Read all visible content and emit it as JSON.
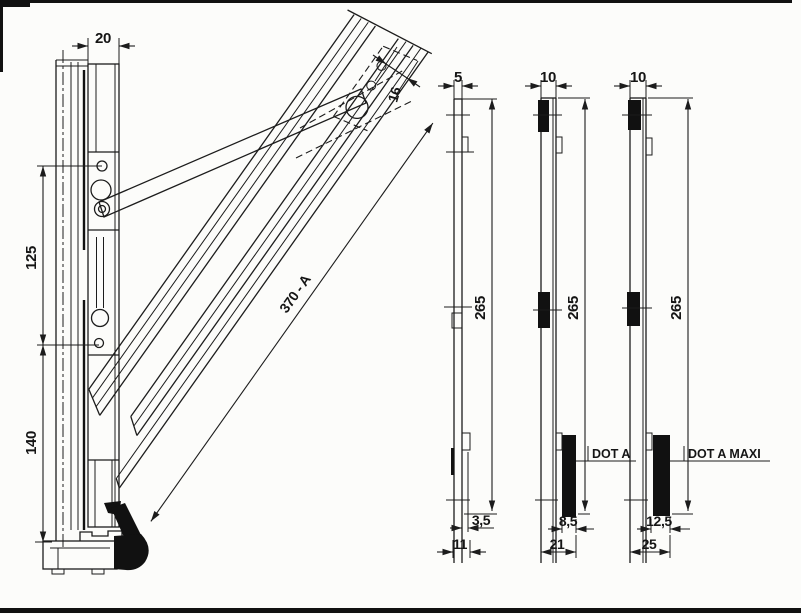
{
  "drawing": {
    "type": "technical-drawing",
    "subject": "window friction stay: side view and three slider profile positions",
    "colors": {
      "ink": "#1c1c1c",
      "paper": "#fcfcfa"
    },
    "side_view": {
      "dims": {
        "track_width": "20",
        "upper_span": "125",
        "lower_span": "140",
        "stay_length": "370 - A",
        "bracket_width": "16"
      }
    },
    "profiles": {
      "first": {
        "top_width": "5",
        "height": "265",
        "foot_offset": "3,5",
        "base_width": "11"
      },
      "second": {
        "top_width": "10",
        "height": "265",
        "foot_offset": "8,5",
        "base_width": "21",
        "tag": "DOT A"
      },
      "third": {
        "top_width": "10",
        "height": "265",
        "foot_offset": "12,5",
        "base_width": "25",
        "tag": "DOT A MAXI"
      }
    }
  }
}
